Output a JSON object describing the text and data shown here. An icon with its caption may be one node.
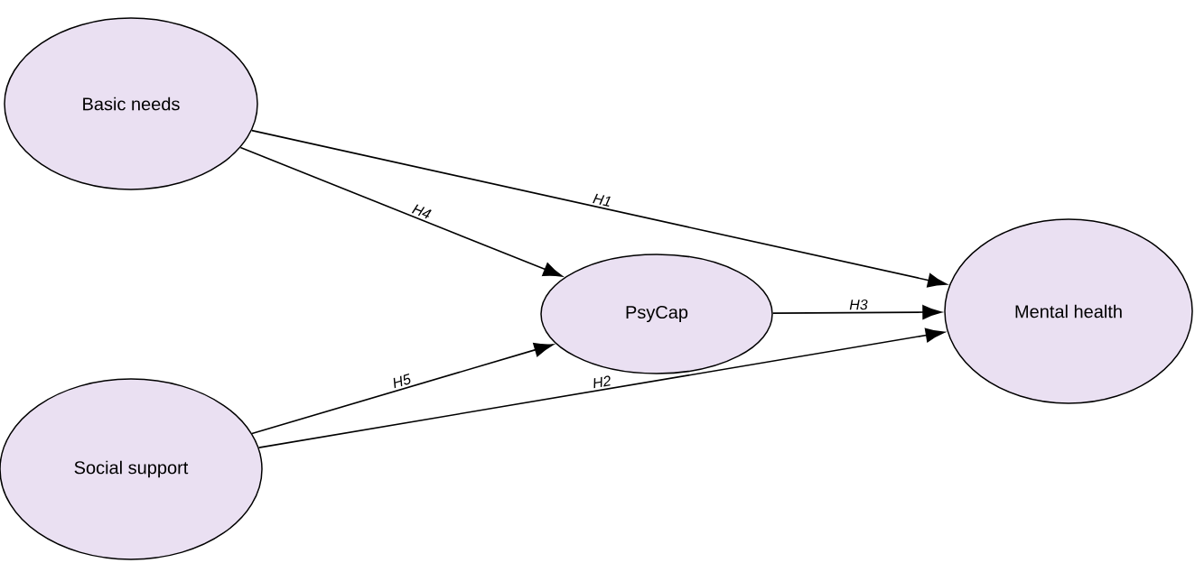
{
  "diagram": {
    "nodes": [
      {
        "text": [
          "Basic needs"
        ]
      },
      {
        "text": [
          "PsyCap"
        ]
      },
      {
        "text": [
          "Mental health"
        ]
      },
      {
        "text": [
          "Social support"
        ]
      }
    ],
    "edges": [
      {
        "from": 0,
        "to": 2,
        "arrow": "to",
        "label": "H1"
      },
      {
        "from": 3,
        "to": 2,
        "arrow": "to",
        "label": "H2"
      },
      {
        "from": 1,
        "to": 2,
        "arrow": "to",
        "label": "H3"
      },
      {
        "from": 0,
        "to": 1,
        "arrow": "to",
        "label": "H4"
      },
      {
        "from": 3,
        "to": 1,
        "arrow": "to",
        "label": "H5"
      }
    ]
  }
}
